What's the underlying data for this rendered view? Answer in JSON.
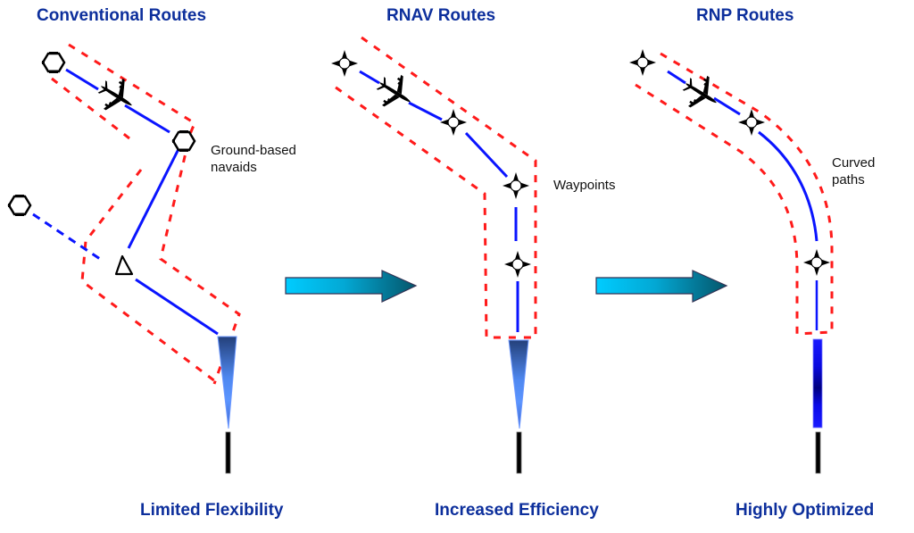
{
  "panels": [
    {
      "id": "conventional",
      "title": "Conventional Routes",
      "caption": "Limited Flexibility",
      "annotation_line1": "Ground-based",
      "annotation_line2": "navaids",
      "fix_icon": "hexagon-navaid-icon"
    },
    {
      "id": "rnav",
      "title": "RNAV Routes",
      "caption": "Increased Efficiency",
      "annotation_line1": "Waypoints",
      "annotation_line2": "",
      "fix_icon": "star-waypoint-icon"
    },
    {
      "id": "rnp",
      "title": "RNP Routes",
      "caption": "Highly Optimized",
      "annotation_line1": "Curved",
      "annotation_line2": "paths",
      "fix_icon": "star-waypoint-icon"
    }
  ],
  "arrows": [
    {
      "from": "conventional",
      "to": "rnav"
    },
    {
      "from": "rnav",
      "to": "rnp"
    }
  ],
  "colors": {
    "title": "#0d2f9c",
    "route_line": "#0a14ff",
    "containment": "#ff1a1a",
    "arrow_start": "#00ccff",
    "arrow_end": "#05566b"
  }
}
